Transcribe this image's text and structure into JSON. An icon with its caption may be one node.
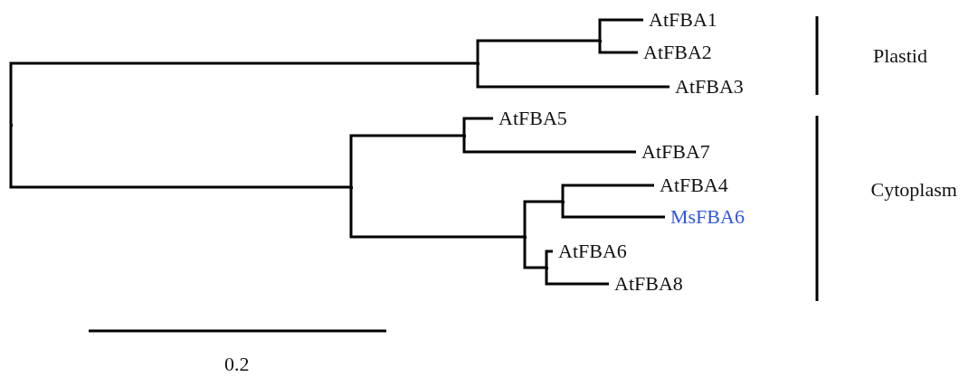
{
  "diagram": {
    "nodes": [
      {
        "text": [],
        "shape": "point"
      },
      {
        "text": [],
        "shape": "point"
      },
      {
        "text": [],
        "shape": "point"
      },
      {
        "text": [
          "AtFBA1"
        ]
      },
      {
        "text": [
          "AtFBA2"
        ]
      },
      {
        "text": [
          "AtFBA3"
        ]
      },
      {
        "text": [],
        "shape": "point"
      },
      {
        "text": [],
        "shape": "point"
      },
      {
        "text": [
          "AtFBA5"
        ]
      },
      {
        "text": [
          "AtFBA7"
        ]
      },
      {
        "text": [],
        "shape": "point"
      },
      {
        "text": [],
        "shape": "point"
      },
      {
        "text": [
          "AtFBA4"
        ]
      },
      {
        "text": [
          "MsFBA6"
        ]
      },
      {
        "text": [],
        "shape": "point"
      },
      {
        "text": [
          "AtFBA6"
        ]
      },
      {
        "text": [
          "AtFBA8"
        ]
      }
    ],
    "edges": [
      {
        "from": 0,
        "to": 1,
        "arrow": "none"
      },
      {
        "from": 1,
        "to": 2,
        "arrow": "none"
      },
      {
        "from": 2,
        "to": 3,
        "arrow": "none"
      },
      {
        "from": 2,
        "to": 4,
        "arrow": "none"
      },
      {
        "from": 1,
        "to": 5,
        "arrow": "none"
      },
      {
        "from": 0,
        "to": 6,
        "arrow": "none"
      },
      {
        "from": 6,
        "to": 7,
        "arrow": "none"
      },
      {
        "from": 7,
        "to": 8,
        "arrow": "none"
      },
      {
        "from": 7,
        "to": 9,
        "arrow": "none"
      },
      {
        "from": 6,
        "to": 10,
        "arrow": "none"
      },
      {
        "from": 10,
        "to": 11,
        "arrow": "none"
      },
      {
        "from": 11,
        "to": 12,
        "arrow": "none"
      },
      {
        "from": 11,
        "to": 13,
        "arrow": "none"
      },
      {
        "from": 10,
        "to": 14,
        "arrow": "none"
      },
      {
        "from": 14,
        "to": 15,
        "arrow": "none"
      },
      {
        "from": 14,
        "to": 16,
        "arrow": "none"
      }
    ],
    "labels": [
      "Plastid",
      "Cytoplasm",
      "0.2"
    ]
  }
}
